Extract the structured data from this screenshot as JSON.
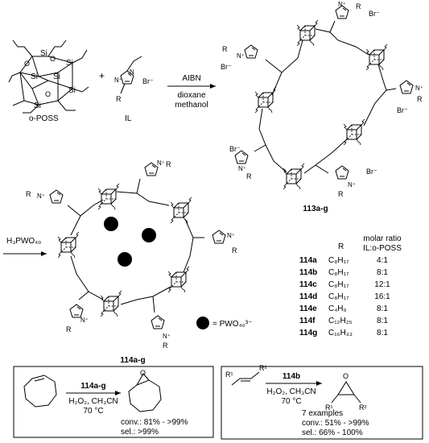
{
  "reagents": {
    "poss_label": "o-POSS",
    "il_label": "IL",
    "plus": "+",
    "arrow1_above": "AIBN",
    "arrow1_below_1": "dioxane",
    "arrow1_below_2": "methanol",
    "arrow2_label": "H₃PWO₄₀",
    "br": "Br⁻",
    "r": "R",
    "n_plus": "N⁺",
    "n": "N",
    "si": "Si",
    "o": "O"
  },
  "products": {
    "p113_label": "113a-g",
    "p114_label": "114a-g",
    "legend_eq": "= PWO₄₀³⁻"
  },
  "table": {
    "header_r": "R",
    "header_ratio_1": "molar ratio",
    "header_ratio_2": "IL:o-POSS",
    "rows": [
      {
        "id": "114a",
        "r": "C₈H₁₇",
        "ratio": "4:1"
      },
      {
        "id": "114b",
        "r": "C₈H₁₇",
        "ratio": "8:1"
      },
      {
        "id": "114c",
        "r": "C₈H₁₇",
        "ratio": "12:1"
      },
      {
        "id": "114d",
        "r": "C₈H₁₇",
        "ratio": "16:1"
      },
      {
        "id": "114e",
        "r": "C₄H₉",
        "ratio": "8:1"
      },
      {
        "id": "114f",
        "r": "C₁₂H₂₅",
        "ratio": "8:1"
      },
      {
        "id": "114g",
        "r": "C₁₆H₃₃",
        "ratio": "8:1"
      }
    ]
  },
  "box_left": {
    "catalyst": "114a-g",
    "conditions": "H₂O₂, CH₃CN",
    "temp": "70 °C",
    "conv": "conv.: 81% - >99%",
    "sel": "sel.: >99%"
  },
  "box_right": {
    "catalyst": "114b",
    "conditions": "H₂O₂, CH₃CN",
    "temp": "70 °C",
    "r1": "R¹",
    "r2": "R²",
    "examples": "7 examples",
    "conv": "conv.: 51% - >99%",
    "sel": "sel.: 66% - 100%"
  }
}
